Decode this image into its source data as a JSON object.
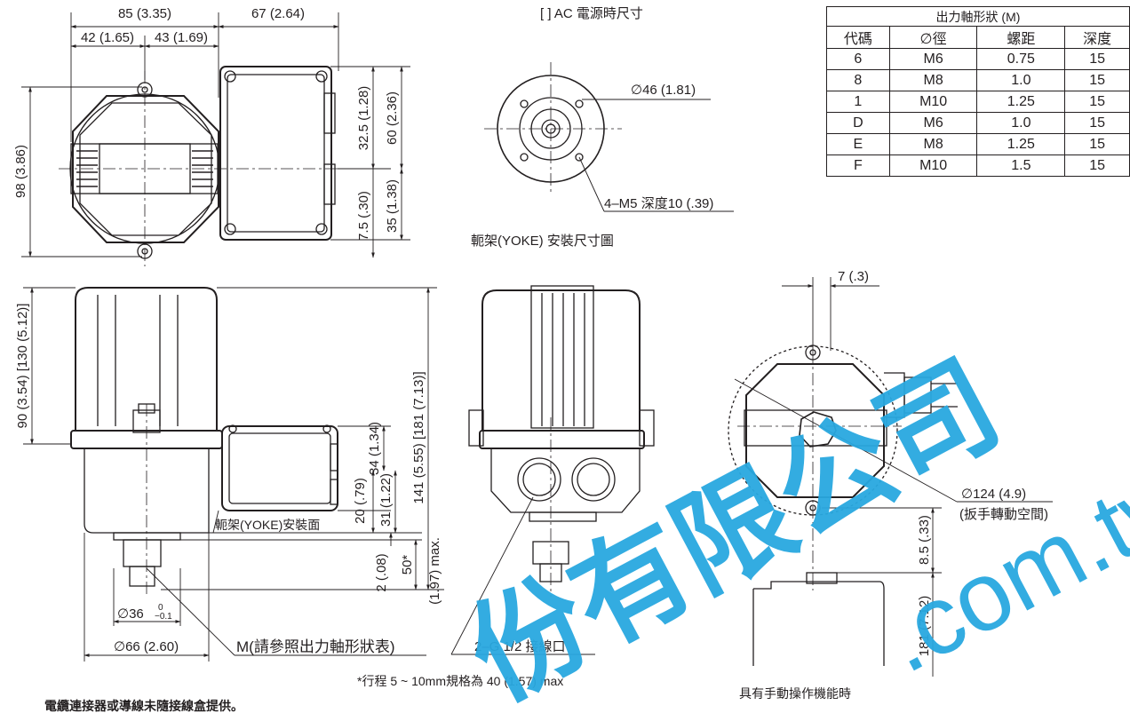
{
  "header": {
    "ac_note": "[    ] AC 電源時尺寸"
  },
  "table": {
    "caption": "出力軸形狀 (M)",
    "headers": [
      "代碼",
      "∅徑",
      "螺距",
      "深度"
    ],
    "rows": [
      [
        "6",
        "M6",
        "0.75",
        "15"
      ],
      [
        "8",
        "M8",
        "1.0",
        "15"
      ],
      [
        "1",
        "M10",
        "1.25",
        "15"
      ],
      [
        "D",
        "M6",
        "1.0",
        "15"
      ],
      [
        "E",
        "M8",
        "1.25",
        "15"
      ],
      [
        "F",
        "M10",
        "1.5",
        "15"
      ]
    ]
  },
  "dims": {
    "top_85": "85 (3.35)",
    "top_67": "67 (2.64)",
    "top_42": "42 (1.65)",
    "top_43": "43 (1.69)",
    "left_98": "98 (3.86)",
    "box_325": "32.5 (1.28)",
    "box_60": "60 (2.36)",
    "box_75": "7.5 (.30)",
    "box_35": "35 (1.38)",
    "yoke_dia": "∅46 (1.81)",
    "yoke_holes": "4–M5 深度10 (.39)",
    "yoke_title": "軛架(YOKE) 安裝尺寸圖",
    "front_90": "90 (3.54) [130 (5.12)]",
    "front_141": "141 (5.55) [181 (7.13)]",
    "front_34": "34 (1.34)",
    "front_20": "20 (.79)",
    "front_31": "31 (1.22)",
    "front_2": "2 (.08)",
    "front_50": "50*",
    "front_197": "(1.97) max.",
    "yoke_face": "軛架(YOKE)安裝面",
    "shaft_36": "∅36",
    "shaft_tol_up": "0",
    "shaft_tol_down": "−0.1",
    "base_66": "∅66 (2.60)",
    "m_label": "M(請參照出力軸形狀表)",
    "g_label": "2–G 1/2 接線口",
    "right_7": "7 (.3)",
    "right_124": "∅124 (4.9)",
    "right_space": "(扳手轉動空間)",
    "right_85": "8.5 (.33)",
    "right_181": "181 (7.12)"
  },
  "notes": {
    "stroke": "*行程 5 ~ 10mm規格為 40 (1.57) max",
    "manual": "具有手動操作機能時",
    "cable": "電纜連接器或導線未隨接線盒提供。"
  },
  "watermark": {
    "text": "份有限公司",
    "text2": ".com.tw",
    "color": "#29a8e0"
  }
}
